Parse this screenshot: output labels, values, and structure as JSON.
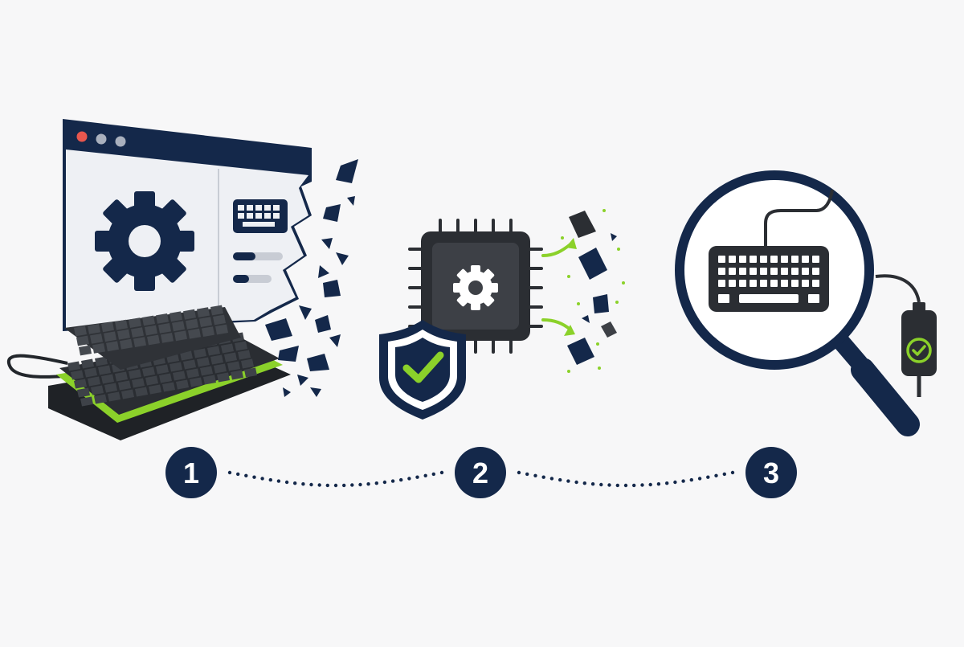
{
  "colors": {
    "navy": "#14284a",
    "dark": "#2b2e33",
    "key": "#3a3d42",
    "green": "#8bd12a",
    "light_panel": "#eef0f4",
    "red_dot": "#e8574e",
    "grey_dot": "#a9b0bd"
  },
  "steps": [
    {
      "number": "1",
      "icon": "broken-app-window-with-keyboard"
    },
    {
      "number": "2",
      "icon": "chip-with-shield"
    },
    {
      "number": "3",
      "icon": "magnifier-over-keyboard"
    }
  ]
}
